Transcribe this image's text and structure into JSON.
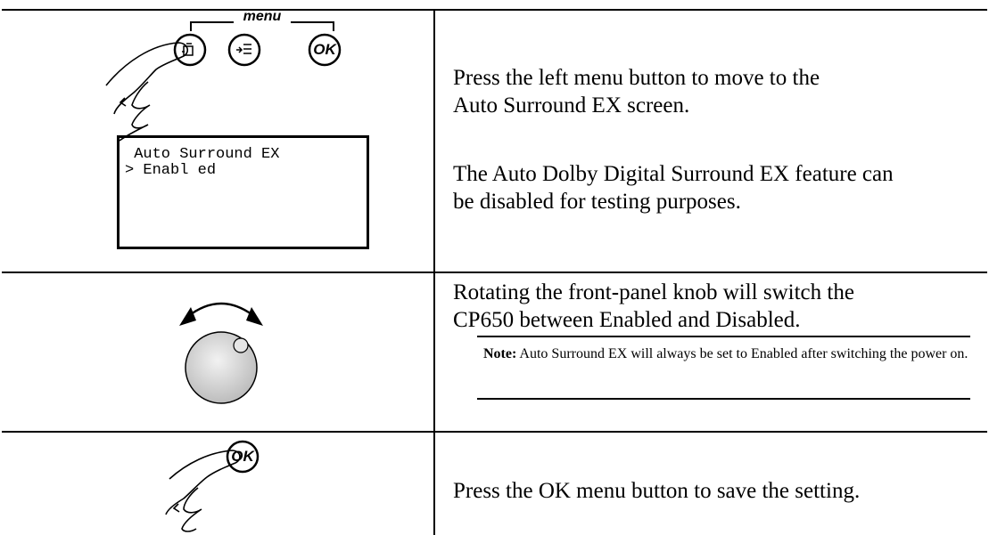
{
  "rows": [
    {
      "button_group_label": "menu",
      "buttons": [
        "OK"
      ],
      "lcd": {
        "line1": " Auto Surround EX",
        "line2": "> Enabl ed"
      },
      "paragraph1": "Press the left menu button to move to the\nAuto Surround EX screen.",
      "paragraph2": "The Auto Dolby Digital Surround EX feature can\nbe disabled for testing purposes."
    },
    {
      "paragraph1": "Rotating the front-panel knob will switch the\nCP650 between Enabled and Disabled.",
      "note": {
        "label": "Note:",
        "text": " Auto Surround EX will always be set to Enabled after switching the power on."
      }
    },
    {
      "button_label": "OK",
      "paragraph1": "Press the OK menu button to save the setting."
    }
  ]
}
